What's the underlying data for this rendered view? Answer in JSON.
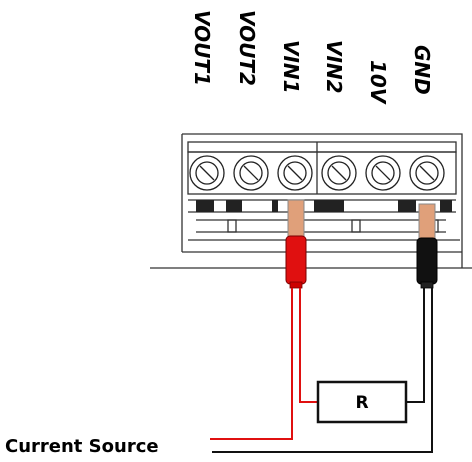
{
  "terminals": [
    {
      "label": "VOUT1"
    },
    {
      "label": "VOUT2"
    },
    {
      "label": "VIN1"
    },
    {
      "label": "VIN2"
    },
    {
      "label": "10V"
    },
    {
      "label": "GND"
    }
  ],
  "resistor": {
    "label": "R"
  },
  "source": {
    "label": "Current Source"
  },
  "colors": {
    "positive_lead": "#e01010",
    "negative_lead": "#111111",
    "probe_tip": "#e0a07a",
    "outline": "#333333"
  }
}
